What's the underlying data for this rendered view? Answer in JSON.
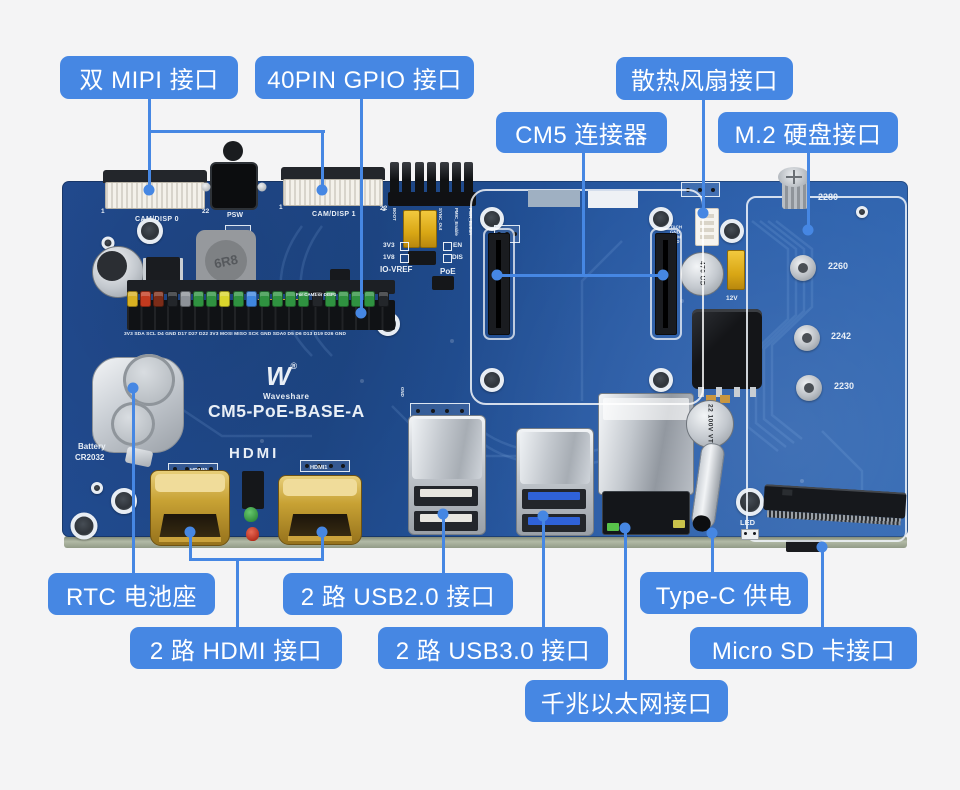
{
  "background": "#f4f4f5",
  "accent": "#4687e3",
  "callouts": {
    "mipi": {
      "label": "双 MIPI 接口"
    },
    "gpio40": {
      "label": "40PIN GPIO 接口"
    },
    "fan": {
      "label": "散热风扇接口"
    },
    "cm5": {
      "label": "CM5 连接器"
    },
    "m2": {
      "label": "M.2 硬盘接口"
    },
    "rtc": {
      "label": "RTC 电池座"
    },
    "usb2": {
      "label": "2 路 USB2.0 接口"
    },
    "typec": {
      "label": "Type-C 供电"
    },
    "hdmi": {
      "label": "2 路 HDMI 接口"
    },
    "usb3": {
      "label": "2 路 USB3.0 接口"
    },
    "microsd": {
      "label": "Micro SD 卡接口"
    },
    "ethernet": {
      "label": "千兆以太网接口"
    }
  },
  "board": {
    "name": "CM5-PoE-BASE-A",
    "brand": "Waveshare",
    "brand_mark": "W",
    "brand_reg": "®",
    "silkscreen": {
      "cam_disp_0": "CAM/DISP 0",
      "cam_disp_1": "CAM/DISP 1",
      "psw": "PSW",
      "pin1": "1",
      "pin22": "22",
      "io_vref": "IO-VREF",
      "poe": "PoE",
      "v3v3": "3V3",
      "v1v8": "1V8",
      "en": "EN",
      "dis": "DIS",
      "gnd": "GND",
      "hdmi_logo": "HDMI",
      "hdmi0": "HDMI0",
      "hdmi1": "HDMI1",
      "battery1": "Battery",
      "battery2": "CR2032",
      "led": "LED",
      "v12": "12V",
      "gpio_row": "3V3 SDA SCL D4 GND D17 D27 D22 3V3 MOSI MISO SCK GND SDA0 D5 D6 D13 D19 D26 GND",
      "gpio_note": "For CAM1 or DISP1",
      "m2_sizes": [
        "2280",
        "2260",
        "2242",
        "2230"
      ],
      "header_pins": [
        "BOOT",
        "SYNC_Out",
        "PMIC_Enable",
        "PWR_Button"
      ],
      "fan_pins": [
        "TACH",
        "GND",
        "PWM",
        "VDD"
      ]
    },
    "markings": {
      "inductor": "6R8",
      "cap_470": "470 UD",
      "cap_100v": "22 100V VT"
    },
    "gpio_cap_colors": [
      "#d8b021",
      "#c23a1f",
      "#7c2c18",
      "#23262a",
      "#8d9298",
      "#2f9240",
      "#2f9240",
      "#d9d52c",
      "#2f9240",
      "#3f86df",
      "#2f9240",
      "#2f9240",
      "#2f9240",
      "#2f9240",
      "#23262a",
      "#2f9240",
      "#2f9240",
      "#2f9240",
      "#2f9240",
      "#23262a"
    ]
  }
}
